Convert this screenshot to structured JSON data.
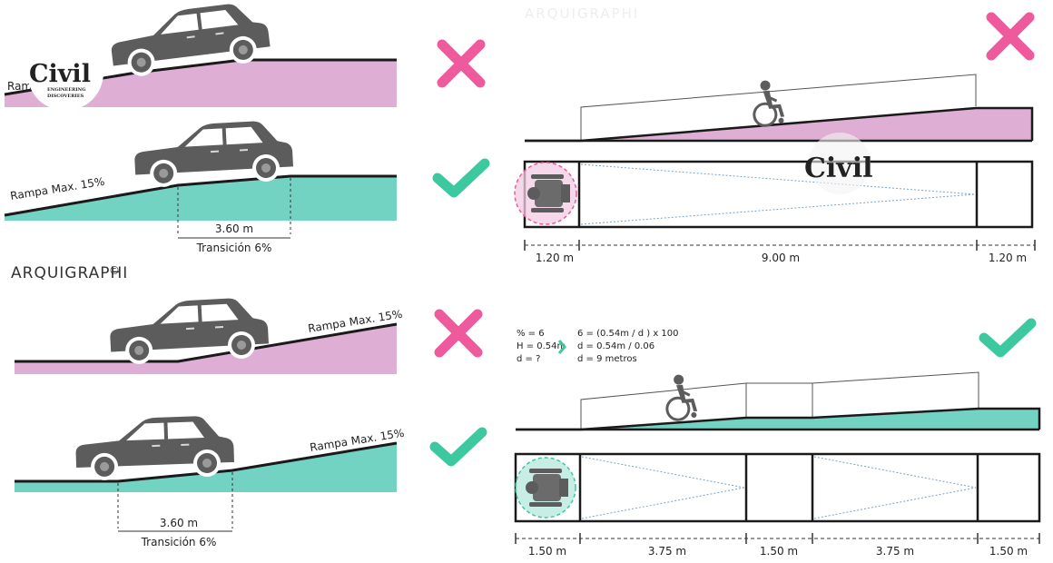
{
  "labels": {
    "ramp_max_15": "Rampa Max. 15%",
    "ramp_cut": "Ram",
    "transition_length": "3.60 m",
    "transition_slope": "Transición 6%",
    "brand": "ARQUIGRAPHI",
    "brand_copyright": "©",
    "watermark_top": "ARQUIGRAPHI"
  },
  "logo": {
    "text": "Civil",
    "sub_text": "ENGINEERING",
    "sub_text_2": "DISCOVERIES"
  },
  "ramp_single": {
    "dim_left": "1.20 m",
    "dim_mid": "9.00 m",
    "dim_right": "1.20 m",
    "verdict": "incorrect"
  },
  "ramp_split": {
    "formula_left": [
      "% = 6",
      "H = 0.54m",
      "d = ?"
    ],
    "formula_right": [
      "6 = (0.54m / d ) x 100",
      "d = 0.54m / 0.06",
      "d = 9 metros"
    ],
    "dims": [
      "1.50 m",
      "3.75 m",
      "1.50 m",
      "3.75 m",
      "1.50 m"
    ],
    "verdict": "correct"
  },
  "car_panels": [
    {
      "position": "top-left-1",
      "verdict": "incorrect"
    },
    {
      "position": "top-left-2",
      "verdict": "correct"
    },
    {
      "position": "bottom-left-1",
      "verdict": "incorrect"
    },
    {
      "position": "bottom-left-2",
      "verdict": "correct"
    }
  ],
  "colors": {
    "bad_fill": "#deaed4",
    "good_fill": "#73d3c2",
    "cross": "#ee5a9c",
    "check": "#3cc99f",
    "car": "#5c5c5c"
  }
}
